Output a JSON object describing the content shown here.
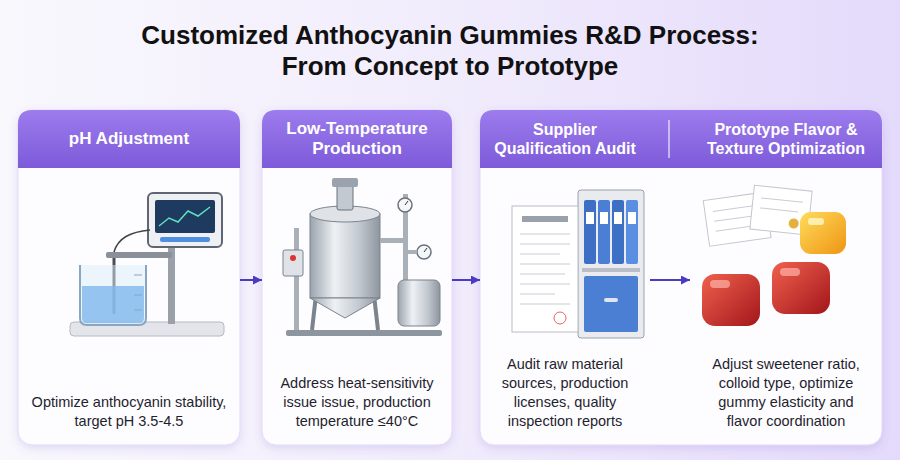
{
  "diagram": {
    "title": "Customized Anthocyanin Gummies R&D Process: From Concept to Prototype",
    "nodes": [
      {
        "text": [
          "pH Adjustment",
          "Optimize anthocyanin stability, target pH 3.5-4.5"
        ]
      },
      {
        "text": [
          "Low-Temperature Production",
          "Address heat-sensitivity issue issue, production temperature ≤40°C"
        ]
      },
      {
        "text": [
          "Supplier Qualification Audit",
          "Audit raw material sources, production licenses, quality inspection reports"
        ]
      },
      {
        "text": [
          "Prototype Flavor & Texture Optimization",
          "Adjust sweetener ratio, colloid type, optimize gummy elasticity and flavor coordination"
        ]
      }
    ],
    "edges": [
      {
        "from": 0,
        "to": 1,
        "arrow": "to"
      },
      {
        "from": 1,
        "to": 2,
        "arrow": "to"
      },
      {
        "from": 2,
        "to": 3,
        "arrow": "to"
      }
    ]
  }
}
